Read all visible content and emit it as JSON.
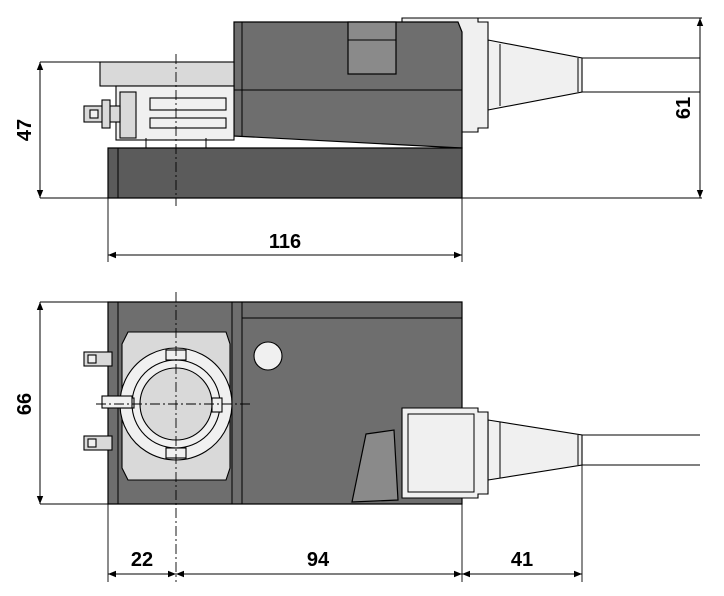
{
  "drawing": {
    "side_view": {
      "height_dimension": "47",
      "overall_height_dimension": "61",
      "length_dimension": "116"
    },
    "top_view": {
      "width_dimension": "66",
      "shaft_offset_dimension": "22",
      "housing_length_dimension": "94",
      "cable_length_dimension": "41"
    }
  }
}
